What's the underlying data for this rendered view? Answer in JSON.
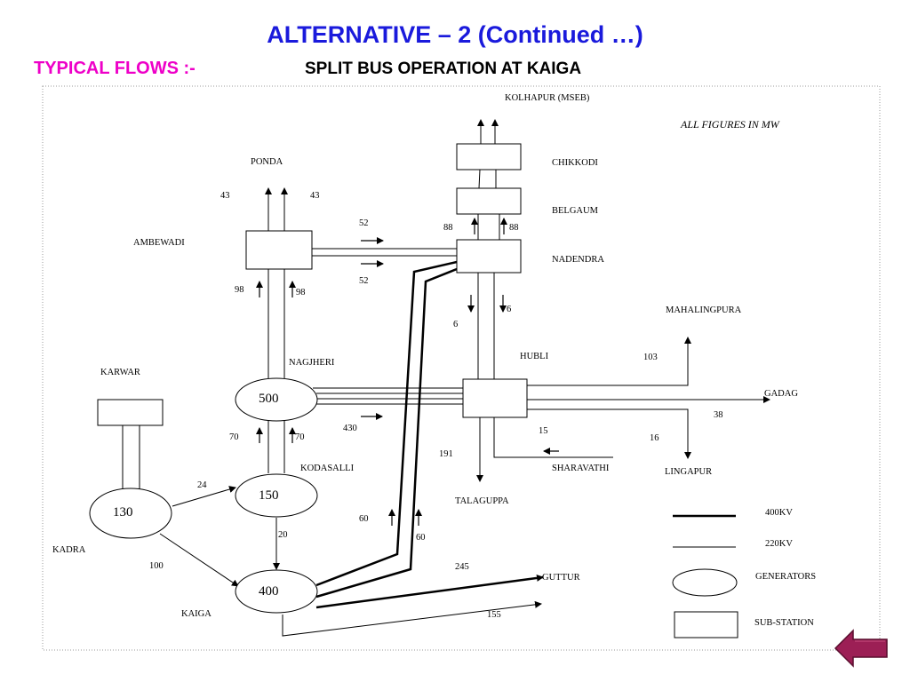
{
  "title": "ALTERNATIVE – 2 (Continued …)",
  "flows_label": "TYPICAL FLOWS :-",
  "subtitle": "SPLIT BUS OPERATION AT KAIGA",
  "note": "ALL FIGURES IN MW",
  "places": {
    "kolhapur": "KOLHAPUR (MSEB)",
    "chikkodi": "CHIKKODI",
    "belgaum": "BELGAUM",
    "nadendra": "NADENDRA",
    "ponda": "PONDA",
    "ambewadi": "AMBEWADI",
    "mahalingpura": "MAHALINGPURA",
    "nagjheri": "NAGJHERI",
    "hubli": "HUBLI",
    "karwar": "KARWAR",
    "gadag": "GADAG",
    "kodasalli": "KODASALLI",
    "sharavathi": "SHARAVATHI",
    "lingapur": "LINGAPUR",
    "talaguppa": "TALAGUPPA",
    "kadra": "KADRA",
    "kaiga": "KAIGA",
    "guttur": "GUTTUR"
  },
  "generators": {
    "nagjheri": "500",
    "kodasalli": "150",
    "kadra": "130",
    "kaiga": "400"
  },
  "flows": {
    "ponda_left": "43",
    "ponda_right": "43",
    "ambewadi_nadendra_top": "52",
    "ambewadi_nadendra_bottom": "52",
    "belgaum_left": "88",
    "belgaum_right": "88",
    "nagjheri_ambewadi_left": "98",
    "nagjheri_ambewadi_right": "98",
    "hubli_nadendra_a": "6",
    "hubli_nadendra_b": "6",
    "mahalingpura": "103",
    "gadag": "38",
    "nagjheri_hubli": "430",
    "kodasalli_nagjheri_left": "70",
    "kodasalli_nagjheri_right": "70",
    "sharavathi": "15",
    "lingapur": "16",
    "talaguppa": "191",
    "kadra_kodasalli": "24",
    "kodasalli_kaiga": "20",
    "kaiga_nadendra_a": "60",
    "kaiga_nadendra_b": "60",
    "kadra_kaiga": "100",
    "guttur": "245",
    "kaiga_second": "155"
  },
  "legend": {
    "kv400": "400KV",
    "kv220": "220KV",
    "generators": "GENERATORS",
    "substation": "SUB-STATION"
  },
  "colors": {
    "title": "#1a1adc",
    "flows_label": "#ee00c8",
    "back_button": "#9c1f55"
  },
  "icons": {
    "back": "left-arrow-icon"
  }
}
